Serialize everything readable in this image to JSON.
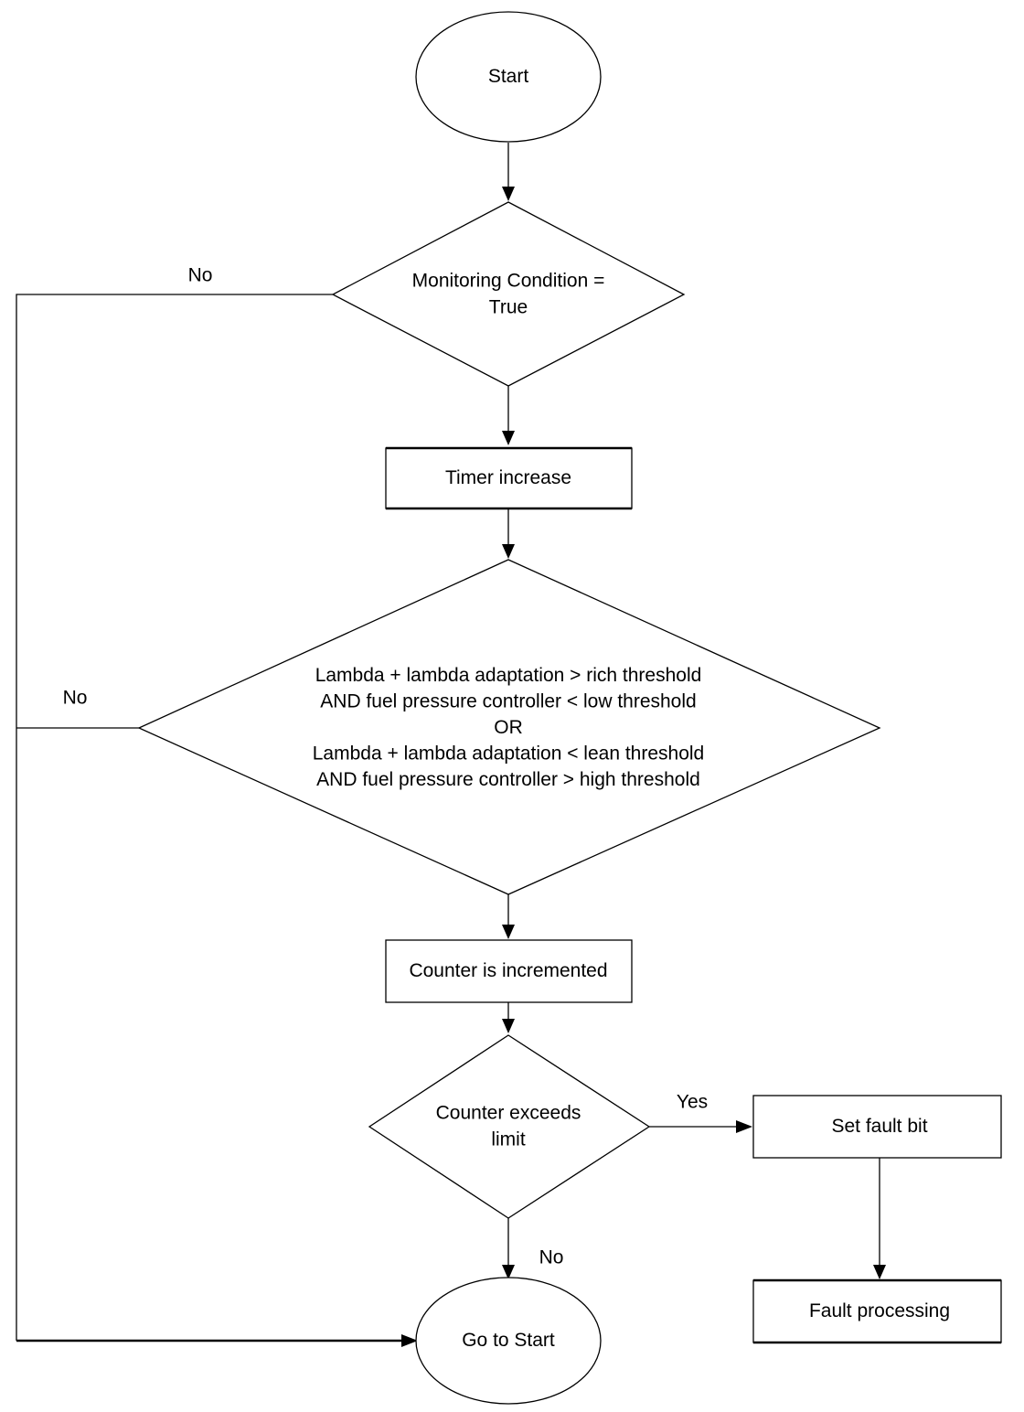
{
  "nodes": {
    "start": {
      "lines": [
        "Start"
      ]
    },
    "monitoring": {
      "lines": [
        "Monitoring Condition =",
        "True"
      ]
    },
    "timer": {
      "lines": [
        "Timer increase"
      ]
    },
    "lambda": {
      "lines": [
        "Lambda + lambda adaptation > rich threshold",
        "AND fuel pressure controller < low threshold",
        "OR",
        "Lambda + lambda adaptation < lean threshold",
        "AND fuel pressure controller > high threshold"
      ]
    },
    "counter": {
      "lines": [
        "Counter is incremented"
      ]
    },
    "exceeds": {
      "lines": [
        "Counter exceeds",
        "limit"
      ]
    },
    "fault_bit": {
      "lines": [
        "Set fault bit"
      ]
    },
    "fault_proc": {
      "lines": [
        "Fault processing"
      ]
    },
    "goto": {
      "lines": [
        "Go to Start"
      ]
    }
  },
  "labels": {
    "no_monitoring": "No",
    "no_lambda": "No",
    "yes_exceeds": "Yes",
    "no_exceeds": "No"
  }
}
